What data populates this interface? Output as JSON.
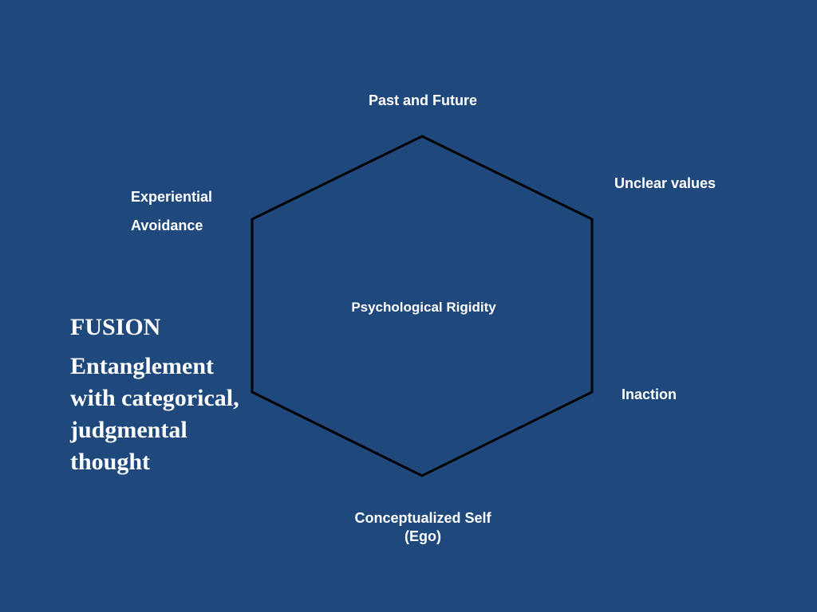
{
  "diagram": {
    "center_label": "Psychological Rigidity",
    "nodes": {
      "top": "Past and Future",
      "top_right": "Unclear values",
      "top_left_line1": "Experiential",
      "top_left_line2": "Avoidance",
      "bottom_right": "Inaction",
      "bottom_line1": "Conceptualized Self",
      "bottom_line2": "(Ego)"
    },
    "fusion": {
      "title": "FUSION",
      "description": "Entanglement with categorical, judgmental thought"
    },
    "colors": {
      "background": "#1f497d",
      "text": "#ffffff",
      "hexagon_stroke": "#000000"
    }
  }
}
